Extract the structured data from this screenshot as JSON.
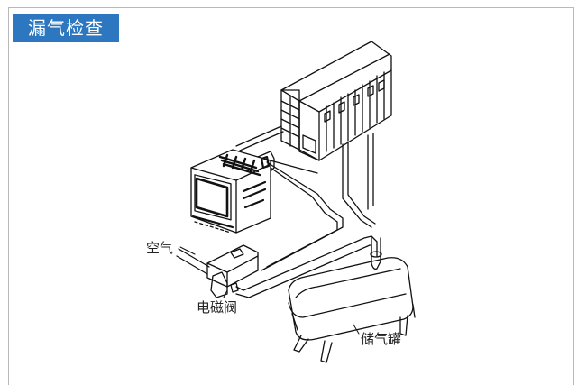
{
  "title": "漏气检查",
  "labels": {
    "air": "空气",
    "solenoid_valve": "电磁阀",
    "air_tank": "储气罐"
  },
  "colors": {
    "title_background": "#2c77bf",
    "title_text": "#ffffff",
    "border": "#b9b9b9",
    "line": "#111111"
  },
  "components": [
    {
      "name": "plc-rack",
      "icon": "plc-icon"
    },
    {
      "name": "pressure-controller",
      "icon": "controller-icon"
    },
    {
      "name": "solenoid-valve",
      "icon": "valve-icon"
    },
    {
      "name": "air-tank",
      "icon": "tank-icon"
    }
  ]
}
